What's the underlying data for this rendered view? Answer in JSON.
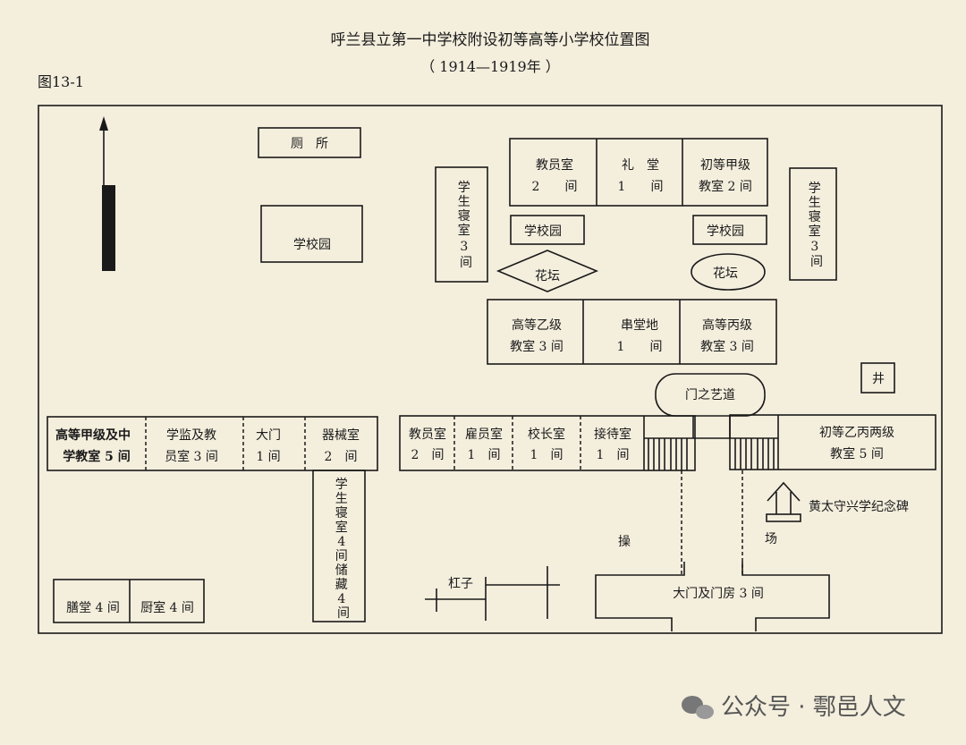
{
  "title": "呼兰县立第一中学校附设初等高等小学校位置图",
  "subtitle": "（ 1914—1919年 ）",
  "figure_label": "图13-1",
  "north_arrow": "north-arrow-icon",
  "rooms": {
    "toilet": "厕　所",
    "garden_left_large": "学校园",
    "dorm_left": [
      "学",
      "生",
      "寝",
      "室",
      "3",
      "间"
    ],
    "staff_room_top": [
      "教员室",
      "2　　间"
    ],
    "auditorium": [
      "礼　堂",
      "1　　间"
    ],
    "primary_a": [
      "初等甲级",
      "教室 2 间"
    ],
    "dorm_right": [
      "学",
      "生",
      "寝",
      "室",
      "3",
      "间"
    ],
    "garden_small_left": "学校园",
    "garden_small_right": "学校园",
    "flowerbed_diamond": "花坛",
    "flowerbed_oval": "花坛",
    "higher_b": [
      "高等乙级",
      "教室 3 间"
    ],
    "hall_ground": [
      "串堂地",
      "1　　间"
    ],
    "higher_c": [
      "高等丙级",
      "教室 3 间"
    ],
    "well": "井",
    "gate_path": "门之艺道",
    "higher_a": [
      "高等甲级及中",
      "学教室 5 间"
    ],
    "supervisor": [
      "学监及教",
      "员室 3 间"
    ],
    "gate_west": [
      "大门",
      "1 间"
    ],
    "equipment": [
      "器械室",
      "2　间"
    ],
    "dorm_storage": [
      "学",
      "生",
      "寝",
      "室",
      "4",
      "间",
      "储",
      "藏",
      "4",
      "间"
    ],
    "dining": "膳堂 4 间",
    "kitchen": "厨室 4 间",
    "staff_room": [
      "教员室",
      "2　间"
    ],
    "employee": [
      "雇员室",
      "1　间"
    ],
    "principal": [
      "校长室",
      "1　间"
    ],
    "reception": [
      "接待室",
      "1　间"
    ],
    "primary_bc": [
      "初等乙丙两级",
      "教室 5 间"
    ],
    "monument": "黄太守兴学纪念碑",
    "playground_1": "操",
    "playground_2": "场",
    "bars": "杠子",
    "main_gate": "大门及门房 3 间"
  },
  "watermark": "公众号 · 鄠邑人文"
}
